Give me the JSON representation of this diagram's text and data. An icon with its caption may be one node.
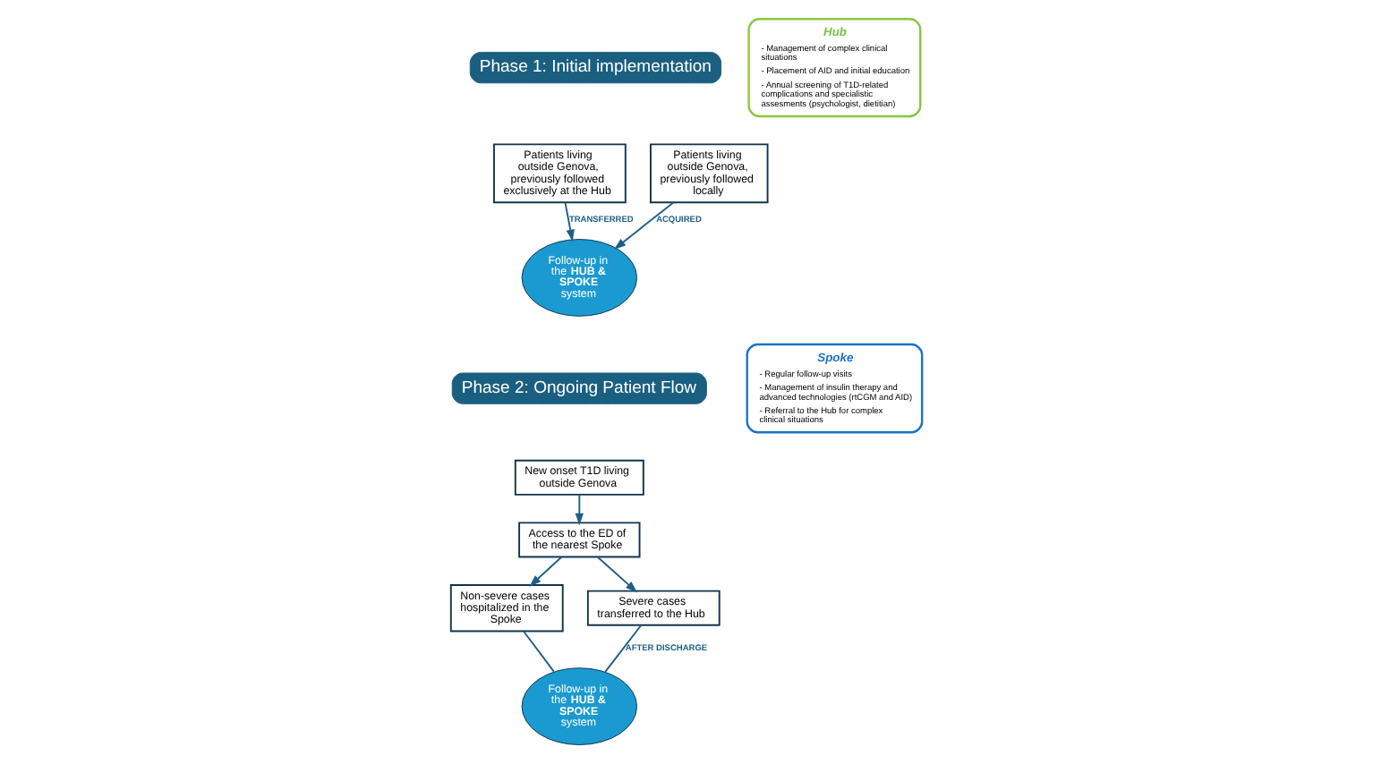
{
  "diagram": {
    "nodes": [
      {
        "text": [
          "Phase 1: Initial implementation"
        ]
      },
      {
        "text": [
          "Patients living outside Genova, previously followed exclusively at the Hub"
        ]
      },
      {
        "text": [
          "Patients living outside Genova, previously followed locally"
        ]
      },
      {
        "text": [
          "Follow-up in the **HUB & SPOKE** system"
        ]
      },
      {
        "text": [
          "Hub",
          "- Management of complex clinical situations",
          "- Placement of AID and initial education",
          "- Annual screening of T1D-related complications and specialistic assesments (psychologist, dietitian)"
        ]
      },
      {
        "text": [
          "Spoke",
          "- Regular follow-up visits",
          "- Management of insulin therapy and advanced technologies (rtCGM and AID)",
          "- Referral to the Hub for complex clinical situations"
        ]
      },
      {
        "text": [
          "Phase 2: Ongoing Patient Flow"
        ]
      },
      {
        "text": [
          "New onset T1D living outside Genova"
        ]
      },
      {
        "text": [
          "Access to the ED of the nearest Spoke"
        ]
      },
      {
        "text": [
          "Non-severe cases hospitalized in the Spoke"
        ]
      },
      {
        "text": [
          "Severe cases transferred to the Hub"
        ]
      },
      {
        "text": [
          "Follow-up in the **HUB & SPOKE** system"
        ]
      }
    ],
    "edges": [
      {
        "from": 1,
        "to": 3,
        "arrow": "to",
        "label": "TRANSFERRED"
      },
      {
        "from": 2,
        "to": 3,
        "arrow": "to",
        "label": "ACQUIRED"
      },
      {
        "from": 7,
        "to": 8,
        "arrow": "to"
      },
      {
        "from": 8,
        "to": 9,
        "arrow": "to"
      },
      {
        "from": 8,
        "to": 10,
        "arrow": "to"
      },
      {
        "from": 9,
        "to": 11,
        "arrow": "none"
      },
      {
        "from": 10,
        "to": 11,
        "arrow": "none",
        "label": "AFTER DISCHARGE"
      }
    ]
  }
}
